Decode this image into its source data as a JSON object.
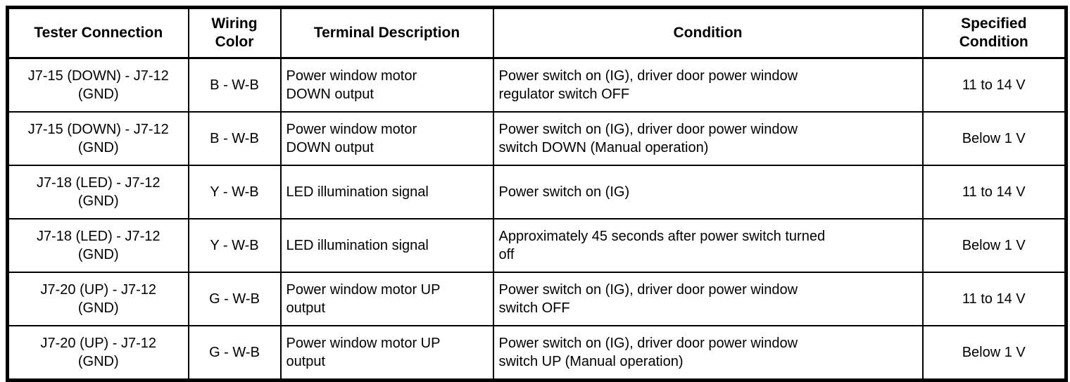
{
  "colors": {
    "border": "#000000",
    "background": "#ffffff",
    "text": "#000000"
  },
  "table": {
    "headers": [
      "Tester Connection",
      "Wiring\nColor",
      "Terminal Description",
      "Condition",
      "Specified\nCondition"
    ],
    "rows": [
      {
        "tester_connection": "J7-15 (DOWN) - J7-12\n(GND)",
        "wiring_color": "B - W-B",
        "terminal_description": "Power window motor\nDOWN output",
        "condition": "Power switch on (IG), driver door power window\nregulator switch OFF",
        "specified_condition": "11 to 14 V"
      },
      {
        "tester_connection": "J7-15 (DOWN) - J7-12\n(GND)",
        "wiring_color": "B - W-B",
        "terminal_description": "Power window motor\nDOWN output",
        "condition": "Power switch on (IG), driver door power window\nswitch DOWN (Manual operation)",
        "specified_condition": "Below 1 V"
      },
      {
        "tester_connection": "J7-18 (LED) - J7-12\n(GND)",
        "wiring_color": "Y - W-B",
        "terminal_description": "LED illumination signal",
        "condition": "Power switch on (IG)",
        "specified_condition": "11 to 14 V"
      },
      {
        "tester_connection": "J7-18 (LED) - J7-12\n(GND)",
        "wiring_color": "Y - W-B",
        "terminal_description": "LED illumination signal",
        "condition": "Approximately 45 seconds after power switch turned\noff",
        "specified_condition": "Below 1 V"
      },
      {
        "tester_connection": "J7-20 (UP) - J7-12\n(GND)",
        "wiring_color": "G - W-B",
        "terminal_description": "Power window motor UP\noutput",
        "condition": "Power switch on (IG), driver door power window\nswitch OFF",
        "specified_condition": "11 to 14 V"
      },
      {
        "tester_connection": "J7-20 (UP) - J7-12\n(GND)",
        "wiring_color": "G - W-B",
        "terminal_description": "Power window motor UP\noutput",
        "condition": "Power switch on (IG), driver door power window\nswitch UP (Manual operation)",
        "specified_condition": "Below 1 V"
      }
    ]
  }
}
